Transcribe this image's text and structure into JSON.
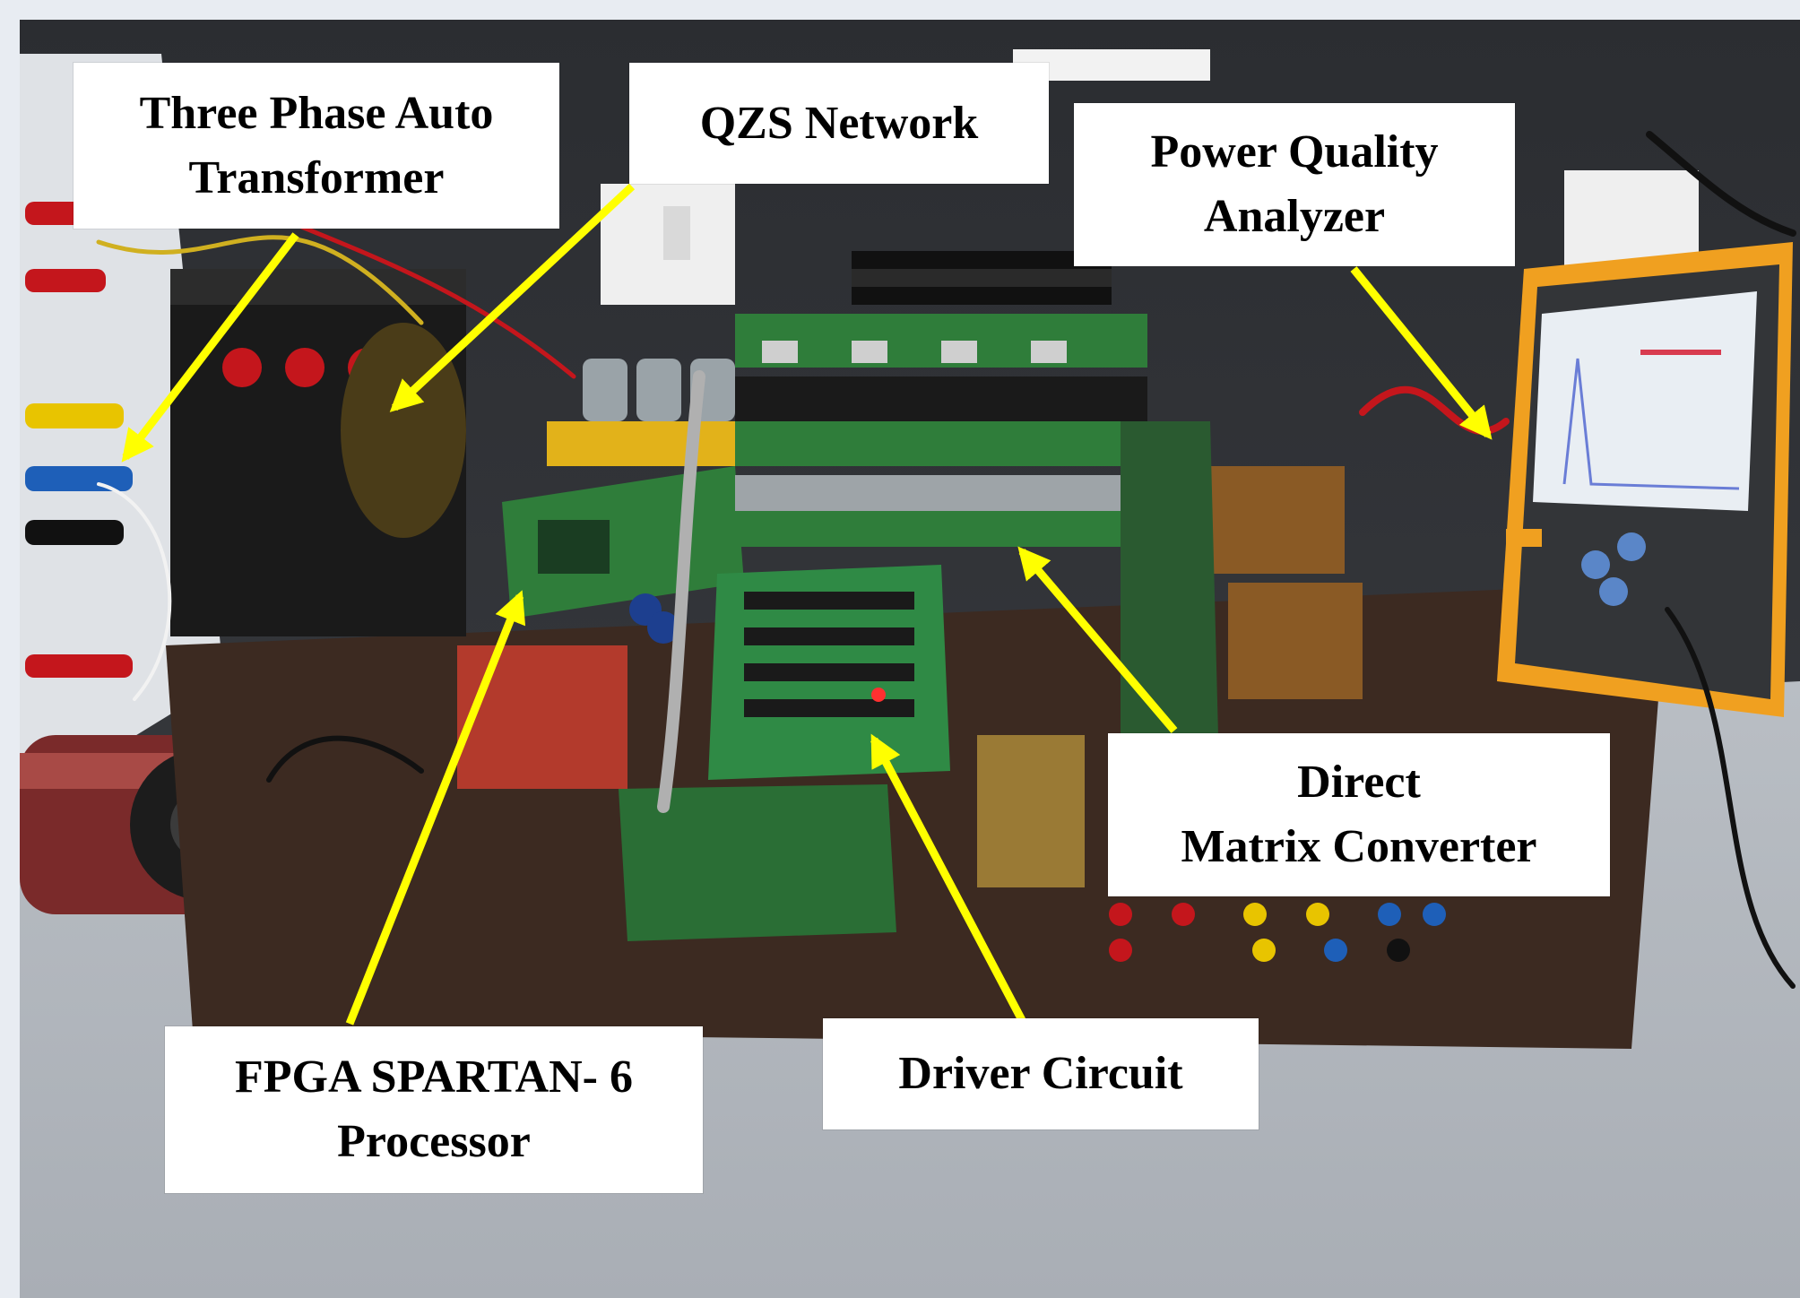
{
  "figure": {
    "callouts": [
      {
        "id": "transformer",
        "lines": [
          "Three Phase Auto",
          "Transformer"
        ]
      },
      {
        "id": "qzs",
        "lines": [
          "QZS Network"
        ]
      },
      {
        "id": "pqa",
        "lines": [
          "Power Quality",
          "Analyzer"
        ]
      },
      {
        "id": "dmc",
        "lines": [
          "Direct",
          "Matrix Converter"
        ]
      },
      {
        "id": "driver",
        "lines": [
          "Driver Circuit"
        ]
      },
      {
        "id": "fpga",
        "lines": [
          "FPGA SPARTAN- 6",
          "Processor"
        ]
      }
    ],
    "colors": {
      "arrow": "#ffff00",
      "label_background": "#ffffff",
      "label_text": "#000000",
      "bench_board": "#3a2a22",
      "pcb_green": "#2f7d3a",
      "analyzer_orange": "#f0a020"
    }
  }
}
